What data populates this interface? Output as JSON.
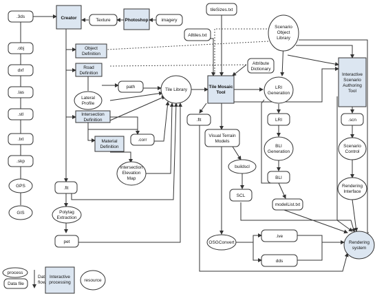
{
  "nodes": {
    "n3ds": ".3ds",
    "obj": ".obj",
    "dxf": "dxf",
    "las": ".las",
    "stl": ".stl",
    "txt": ".txt",
    "skp": ".skp",
    "gps": "GPS",
    "gis": "GIS",
    "creator": "Creator",
    "texture": "Texture",
    "photoshop": "Photoshop",
    "imagery": "imagery",
    "objdef": [
      "Object",
      "Definition"
    ],
    "roaddef": [
      "Road",
      "Definition"
    ],
    "lateral": [
      "Lateral",
      "Profile"
    ],
    "path": "path",
    "tilelib": "Tile Library",
    "interdef": [
      "Intersection",
      "Definition"
    ],
    "matdef": [
      "Material",
      "Definition"
    ],
    "corr": ".corr",
    "elevmap": [
      "Intersection",
      "Elevation",
      "Map"
    ],
    "flt_left": ".flt",
    "polytag": [
      "Polytag",
      "Extraction"
    ],
    "pet": "pet",
    "tilesizes": "tileSizes.txt",
    "alltiles": "Alltiles.txt",
    "attrdict": [
      "Attribute",
      "Dictionary"
    ],
    "tilemosaic": [
      "Tile Mosaic",
      "Tool"
    ],
    "flt_mid": ".flt",
    "vtm": [
      "Visual Terrain",
      "Models"
    ],
    "buildscl": "buildscl",
    "scl": "SCL",
    "osgconvert": "OSGConvert",
    "ive": ".ive",
    "dds": "dds",
    "sol": [
      "Scenario",
      "Object",
      "Library"
    ],
    "lrigen": [
      "LRI",
      "Generation"
    ],
    "lri": "LRI",
    "bligen": [
      "BLI",
      "Generation"
    ],
    "bli": "BLI",
    "modellist": "modelList.txt",
    "isat": [
      "Interactive",
      "Scenario",
      "Authoring",
      "Tool"
    ],
    "scn": ".scn",
    "scenctrl": [
      "Scenario",
      "Control"
    ],
    "rendint": [
      "Rendering",
      "Interface"
    ],
    "rendsys": [
      "Rendering",
      "system"
    ]
  },
  "legend": {
    "process": "process",
    "datafile": "Data file",
    "dataflow": [
      "Data",
      "flow"
    ],
    "interactive": [
      "Interactive",
      "processing"
    ],
    "resource": "resource"
  }
}
